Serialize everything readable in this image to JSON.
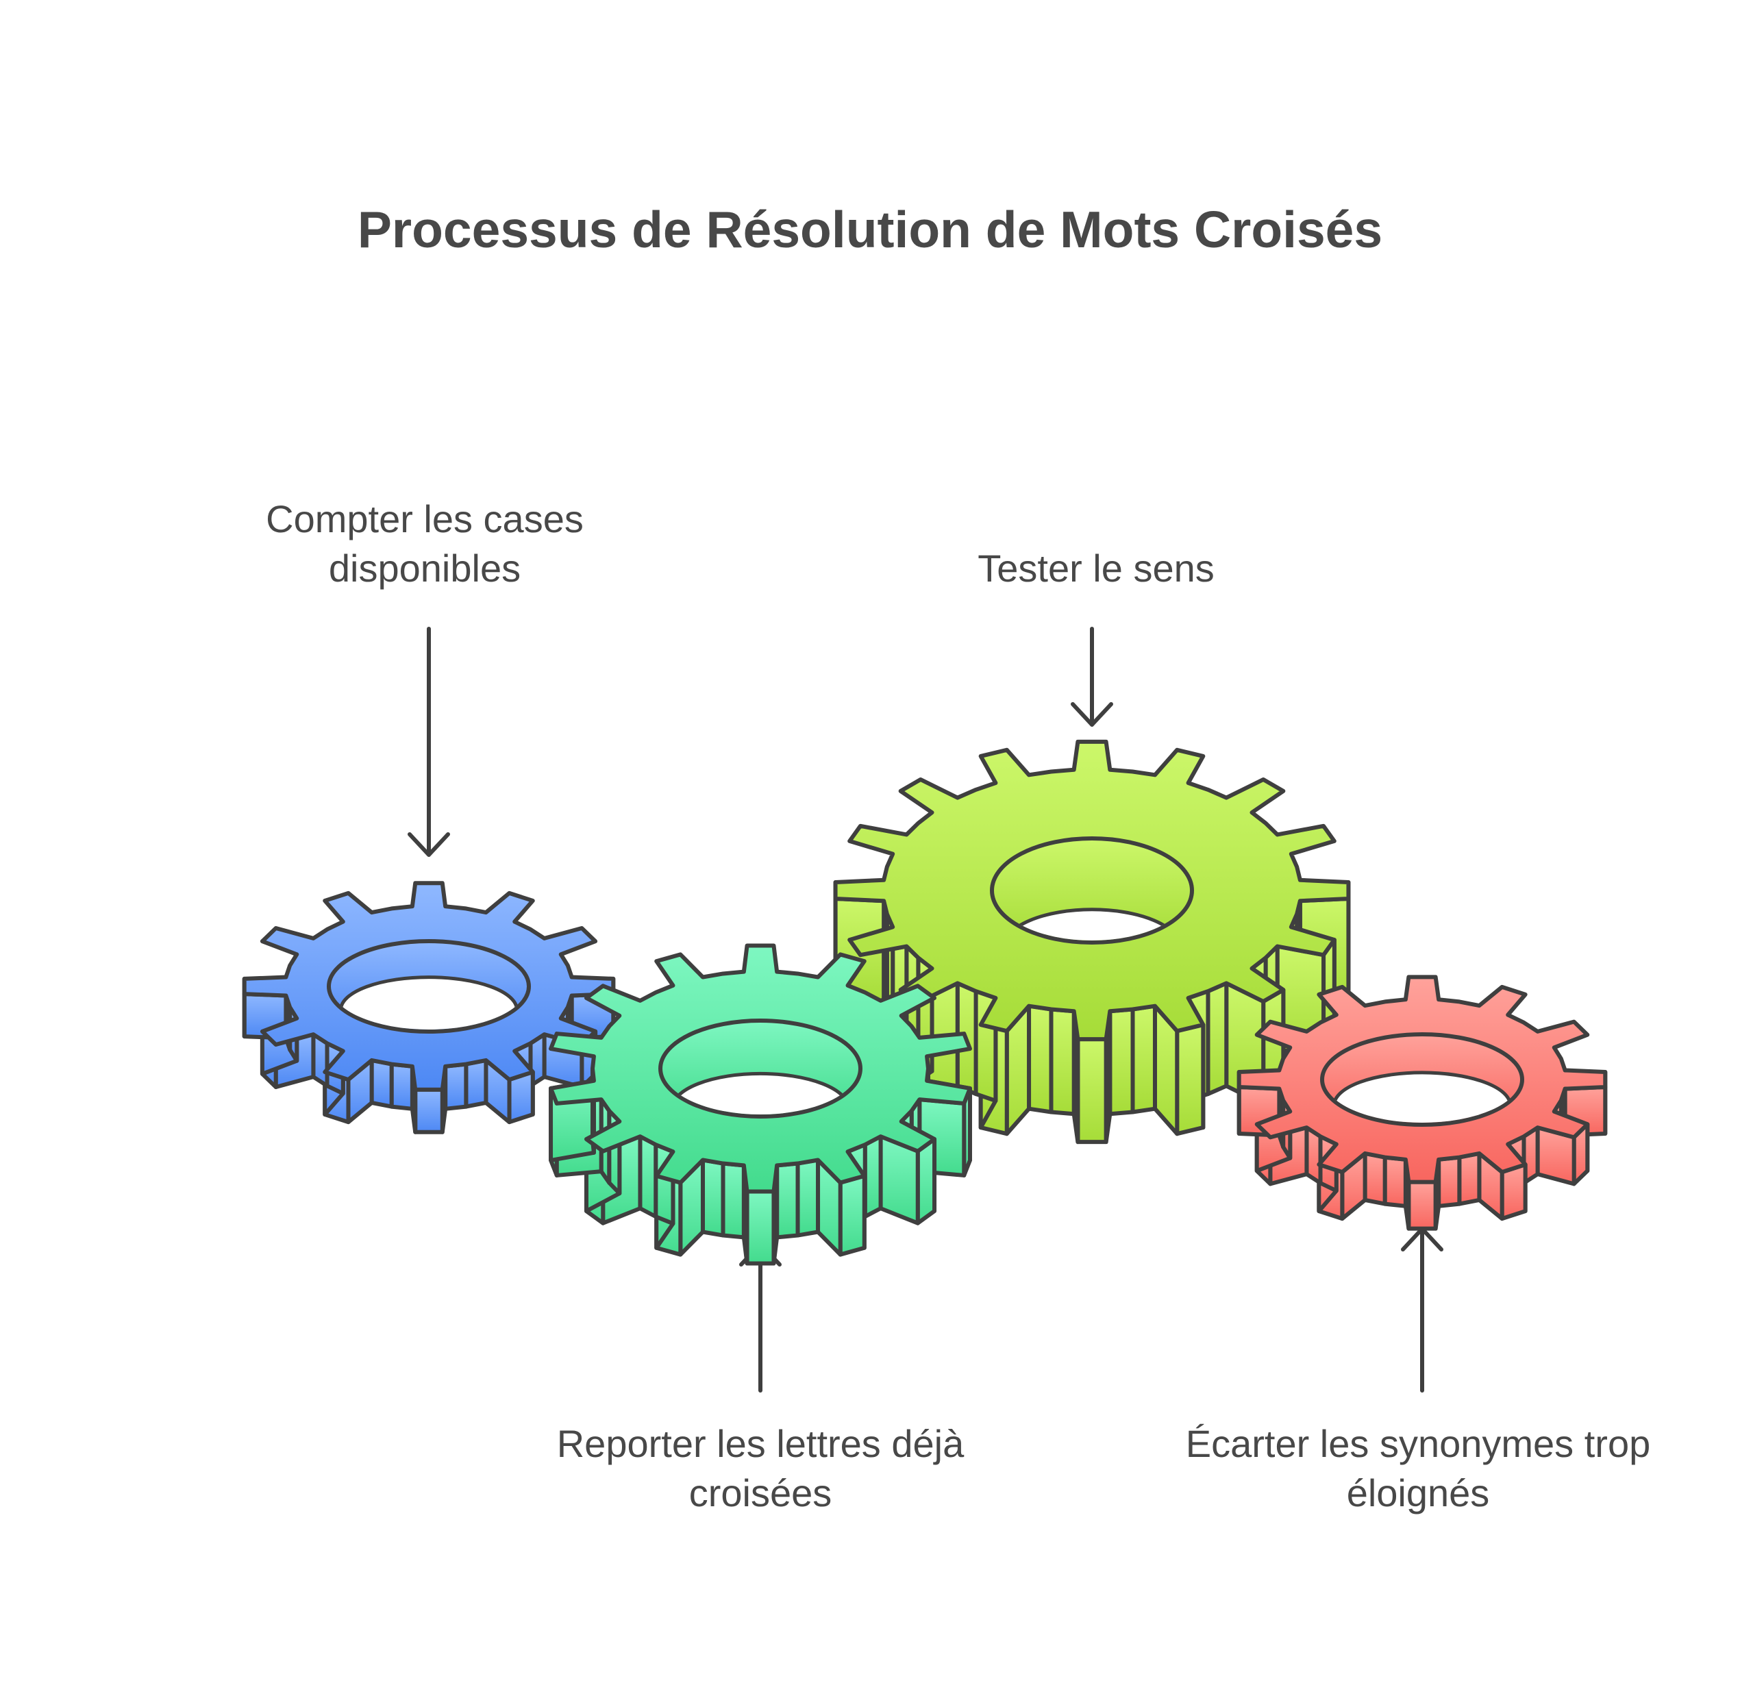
{
  "title": "Processus de Résolution de Mots Croisés",
  "steps": [
    {
      "label": "Compter les cases\ndisponibles",
      "color": "#5b8ff6",
      "arrow": "down"
    },
    {
      "label": "Tester le sens",
      "color": "#b5e04a",
      "arrow": "down"
    },
    {
      "label": "Reporter les lettres déjà\ncroisées",
      "color": "#4fe09a",
      "arrow": "up"
    },
    {
      "label": "Écarter les synonymes trop\néloignés",
      "color": "#fb7a72",
      "arrow": "up"
    }
  ],
  "colors": {
    "text": "#484848",
    "stroke": "#3f3f3f",
    "blue_top": "#8fb8ff",
    "blue_bottom": "#4d88f4",
    "green_top": "#7ef7c1",
    "green_bottom": "#43db8d",
    "lime_top": "#ccf76a",
    "lime_bottom": "#a6dc38",
    "red_top": "#ffa29b",
    "red_bottom": "#f8665f"
  }
}
